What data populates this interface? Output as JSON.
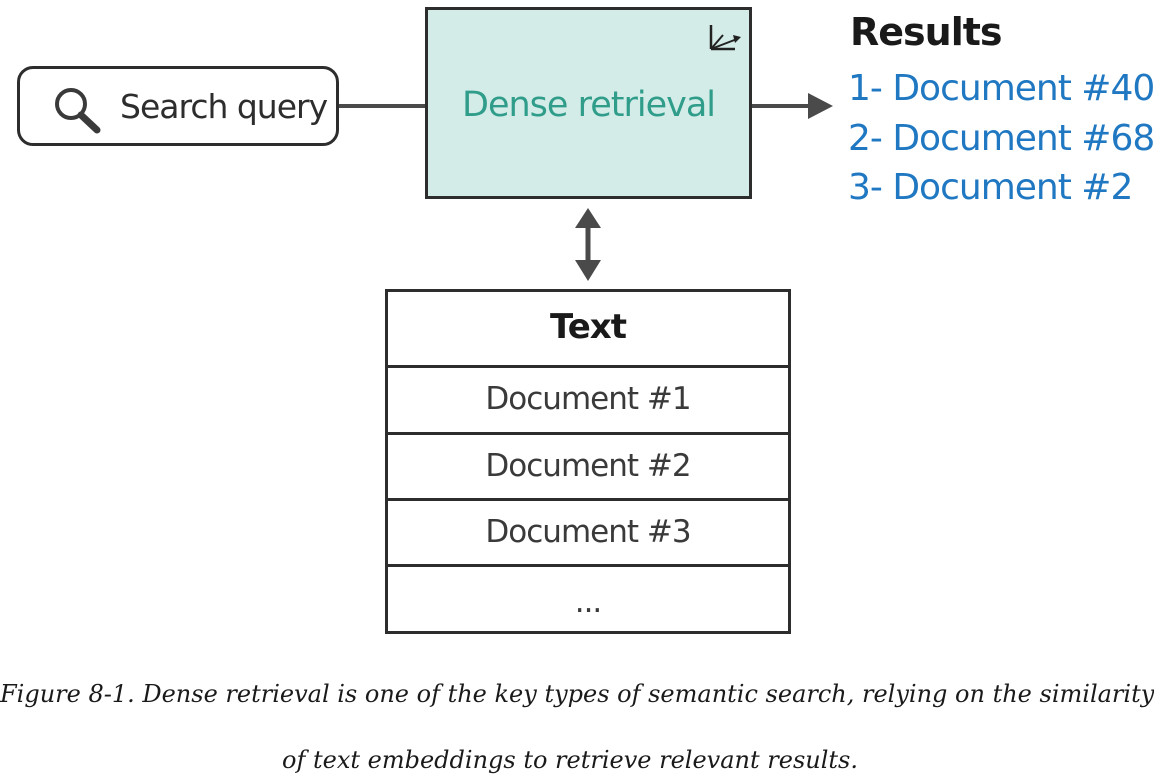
{
  "search": {
    "label": "Search query",
    "icon": "search-icon"
  },
  "retriever": {
    "label": "Dense retrieval",
    "icon": "embedding-axes-icon",
    "fill_color": "#d3ece8",
    "text_color": "#2f9d8a"
  },
  "results": {
    "title": "Results",
    "color": "#1f78c1",
    "items": [
      "1- Document #40",
      "2- Document #68",
      "3- Document #2"
    ]
  },
  "table": {
    "header": "Text",
    "rows": [
      "Document #1",
      "Document #2",
      "Document #3",
      "..."
    ]
  },
  "caption": {
    "line1": "Figure 8-1. Dense retrieval is one of the key types of semantic search, relying on the similarity",
    "line2": "of text embeddings to retrieve relevant results."
  }
}
